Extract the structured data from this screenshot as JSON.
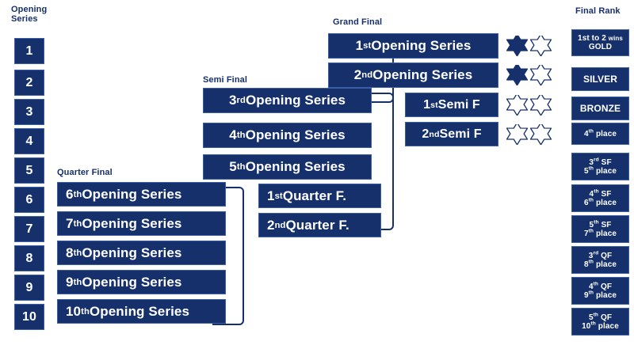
{
  "diagram": {
    "title": "Tournament progression bracket",
    "colors": {
      "navy": "#16306b",
      "box_border": "#3a5fa8",
      "text_on_navy": "#ffffff",
      "background": "#ffffff"
    }
  },
  "headers": {
    "opening_series": "Opening\nSeries",
    "quarter_final": "Quarter Final",
    "semi_final": "Semi Final",
    "grand_final": "Grand Final",
    "final_rank": "Final Rank"
  },
  "opening_series_seeds": [
    {
      "label": "1"
    },
    {
      "label": "2"
    },
    {
      "label": "3"
    },
    {
      "label": "4"
    },
    {
      "label": "5"
    },
    {
      "label": "6"
    },
    {
      "label": "7"
    },
    {
      "label": "8"
    },
    {
      "label": "9"
    },
    {
      "label": "10"
    }
  ],
  "quarter_final": {
    "inputs": [
      {
        "num": "6",
        "sup": "th",
        "rest": " Opening Series"
      },
      {
        "num": "7",
        "sup": "th",
        "rest": " Opening Series"
      },
      {
        "num": "8",
        "sup": "th",
        "rest": " Opening Series"
      },
      {
        "num": "9",
        "sup": "th",
        "rest": " Opening Series"
      },
      {
        "num": "10",
        "sup": "th",
        "rest": " Opening Series"
      }
    ],
    "outputs": [
      {
        "num": "1",
        "sup": "st",
        "rest": " Quarter F."
      },
      {
        "num": "2",
        "sup": "nd",
        "rest": " Quarter F."
      }
    ]
  },
  "semi_final": {
    "inputs": [
      {
        "num": "3",
        "sup": "rd",
        "rest": " Opening Series"
      },
      {
        "num": "4",
        "sup": "th",
        "rest": " Opening Series"
      },
      {
        "num": "5",
        "sup": "th",
        "rest": " Opening Series"
      }
    ],
    "outputs": [
      {
        "num": "1",
        "sup": "st",
        "rest": " Semi F"
      },
      {
        "num": "2",
        "sup": "nd",
        "rest": " Semi F"
      }
    ]
  },
  "grand_final": {
    "entries": [
      {
        "num": "1",
        "sup": "st",
        "rest": " Opening Series"
      },
      {
        "num": "2",
        "sup": "nd",
        "rest": " Opening Series"
      }
    ]
  },
  "star_rows": [
    {
      "for": "1st Opening Series",
      "filled": 1,
      "outline": 1
    },
    {
      "for": "2nd Opening Series",
      "filled": 1,
      "outline": 1
    },
    {
      "for": "1st Semi F",
      "filled": 0,
      "outline": 2
    },
    {
      "for": "2nd Semi F",
      "filled": 0,
      "outline": 2
    }
  ],
  "final_rank": [
    {
      "line1_pre": "1st to 2 ",
      "line1_small": "wins",
      "line2": "GOLD",
      "two_line": true
    },
    {
      "line1": "SILVER",
      "two_line": false
    },
    {
      "line1": "BRONZE",
      "two_line": false
    },
    {
      "line1_num": "4",
      "line1_sup": "th",
      "line1_rest": " place",
      "two_line": false
    },
    {
      "l1_num": "3",
      "l1_sup": "rd",
      "l1_rest": " SF",
      "l2_num": "5",
      "l2_sup": "th",
      "l2_rest": " place",
      "two_line": true
    },
    {
      "l1_num": "4",
      "l1_sup": "th",
      "l1_rest": " SF",
      "l2_num": "6",
      "l2_sup": "th",
      "l2_rest": " place",
      "two_line": true
    },
    {
      "l1_num": "5",
      "l1_sup": "th",
      "l1_rest": " SF",
      "l2_num": "7",
      "l2_sup": "th",
      "l2_rest": " place",
      "two_line": true
    },
    {
      "l1_num": "3",
      "l1_sup": "rd",
      "l1_rest": " QF",
      "l2_num": "8",
      "l2_sup": "th",
      "l2_rest": " place",
      "two_line": true
    },
    {
      "l1_num": "4",
      "l1_sup": "th",
      "l1_rest": " QF",
      "l2_num": "9",
      "l2_sup": "th",
      "l2_rest": " place",
      "two_line": true
    },
    {
      "l1_num": "5",
      "l1_sup": "th",
      "l1_rest": " QF",
      "l2_num": "10",
      "l2_sup": "th",
      "l2_rest": " place",
      "two_line": true
    }
  ]
}
